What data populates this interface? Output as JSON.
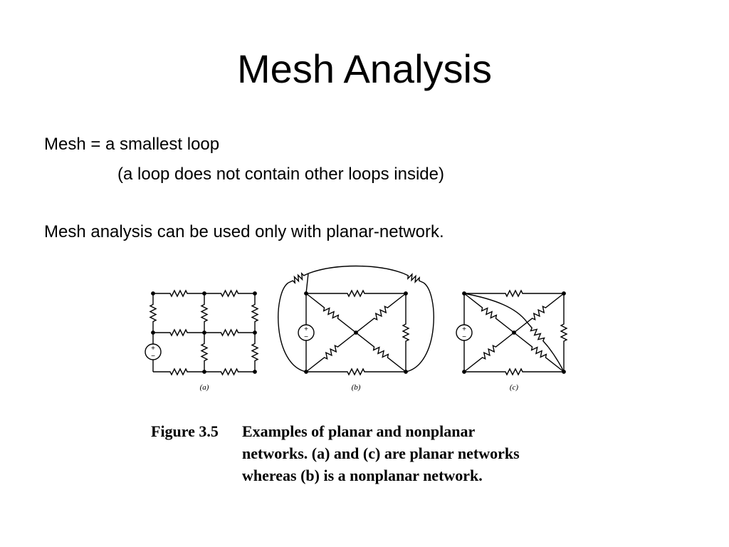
{
  "slide": {
    "title": "Mesh Analysis",
    "lines": [
      "Mesh = a smallest loop",
      "(a loop does not contain other loops inside)",
      "Mesh analysis can be used only with planar-network."
    ]
  },
  "figure": {
    "panel_labels": [
      "(a)",
      "(b)",
      "(c)"
    ],
    "source_sign_plus": "+",
    "source_sign_minus": "−"
  },
  "caption": {
    "label": "Figure 3.5",
    "lines": [
      "Examples of planar and nonplanar",
      "networks.  (a) and (c) are planar networks",
      "whereas (b) is a nonplanar network."
    ]
  },
  "colors": {
    "ink": "#000000",
    "background": "#ffffff"
  }
}
